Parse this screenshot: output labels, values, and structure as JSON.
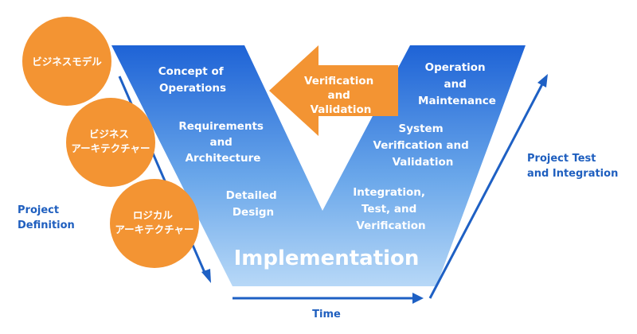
{
  "colors": {
    "v_top": "#1e63d6",
    "v_bottom": "#b7d8f7",
    "circle": "#f39433",
    "arrow_orange": "#f39433",
    "blue_arrow": "#1e60c4",
    "label_blue": "#1f5fbf",
    "text_white": "#ffffff"
  },
  "circles": [
    {
      "lines": [
        "ビジネスモデル"
      ]
    },
    {
      "lines": [
        "ビジネス",
        "アーキテクチャー"
      ]
    },
    {
      "lines": [
        "ロジカル",
        "アーキテクチャー"
      ]
    }
  ],
  "left_side": {
    "concept": [
      "Concept of",
      "Operations"
    ],
    "requirements": [
      "Requirements",
      "and",
      "Architecture"
    ],
    "detailed": [
      "Detailed",
      "Design"
    ]
  },
  "right_side": {
    "operation": [
      "Operation",
      "and",
      "Maintenance"
    ],
    "system": [
      "System",
      "Verification and",
      "Validation"
    ],
    "integration": [
      "Integration,",
      "Test, and",
      "Verification"
    ]
  },
  "vv_arrow": [
    "Verification",
    "and",
    "Validation"
  ],
  "implementation": "Implementation",
  "labels": {
    "project_definition": [
      "Project",
      "Definition"
    ],
    "project_test": [
      "Project Test",
      "and Integration"
    ],
    "time": "Time"
  }
}
